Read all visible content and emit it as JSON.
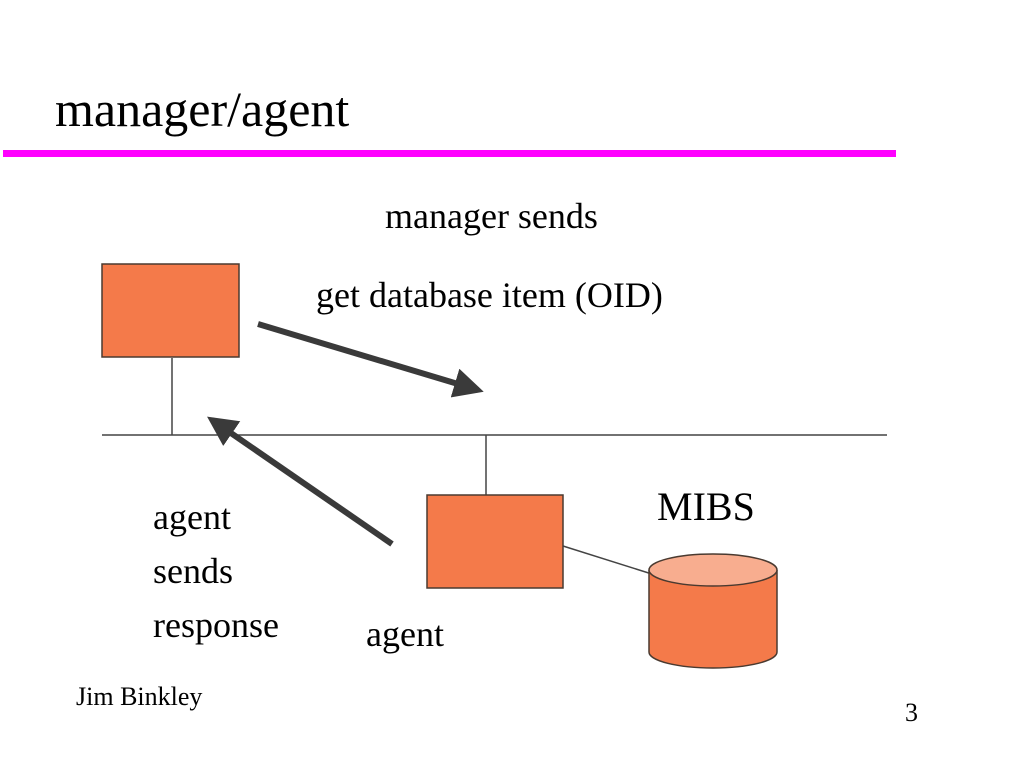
{
  "slide": {
    "title": "manager/agent",
    "author": "Jim Binkley",
    "page_number": "3"
  },
  "diagram": {
    "manager_sends_label": "manager sends",
    "request_label": "get database item (OID)",
    "mibs_label": "MIBS",
    "response_label_lines": [
      "agent",
      "sends",
      "response"
    ],
    "agent_label": "agent"
  },
  "colors": {
    "title_rule": "#ff00ff",
    "node_fill": "#f47a4a",
    "node_stroke": "#4a3a30",
    "db_top_fill": "#f8ad8f",
    "arrow": "#3a3a3a",
    "line": "#444444"
  }
}
